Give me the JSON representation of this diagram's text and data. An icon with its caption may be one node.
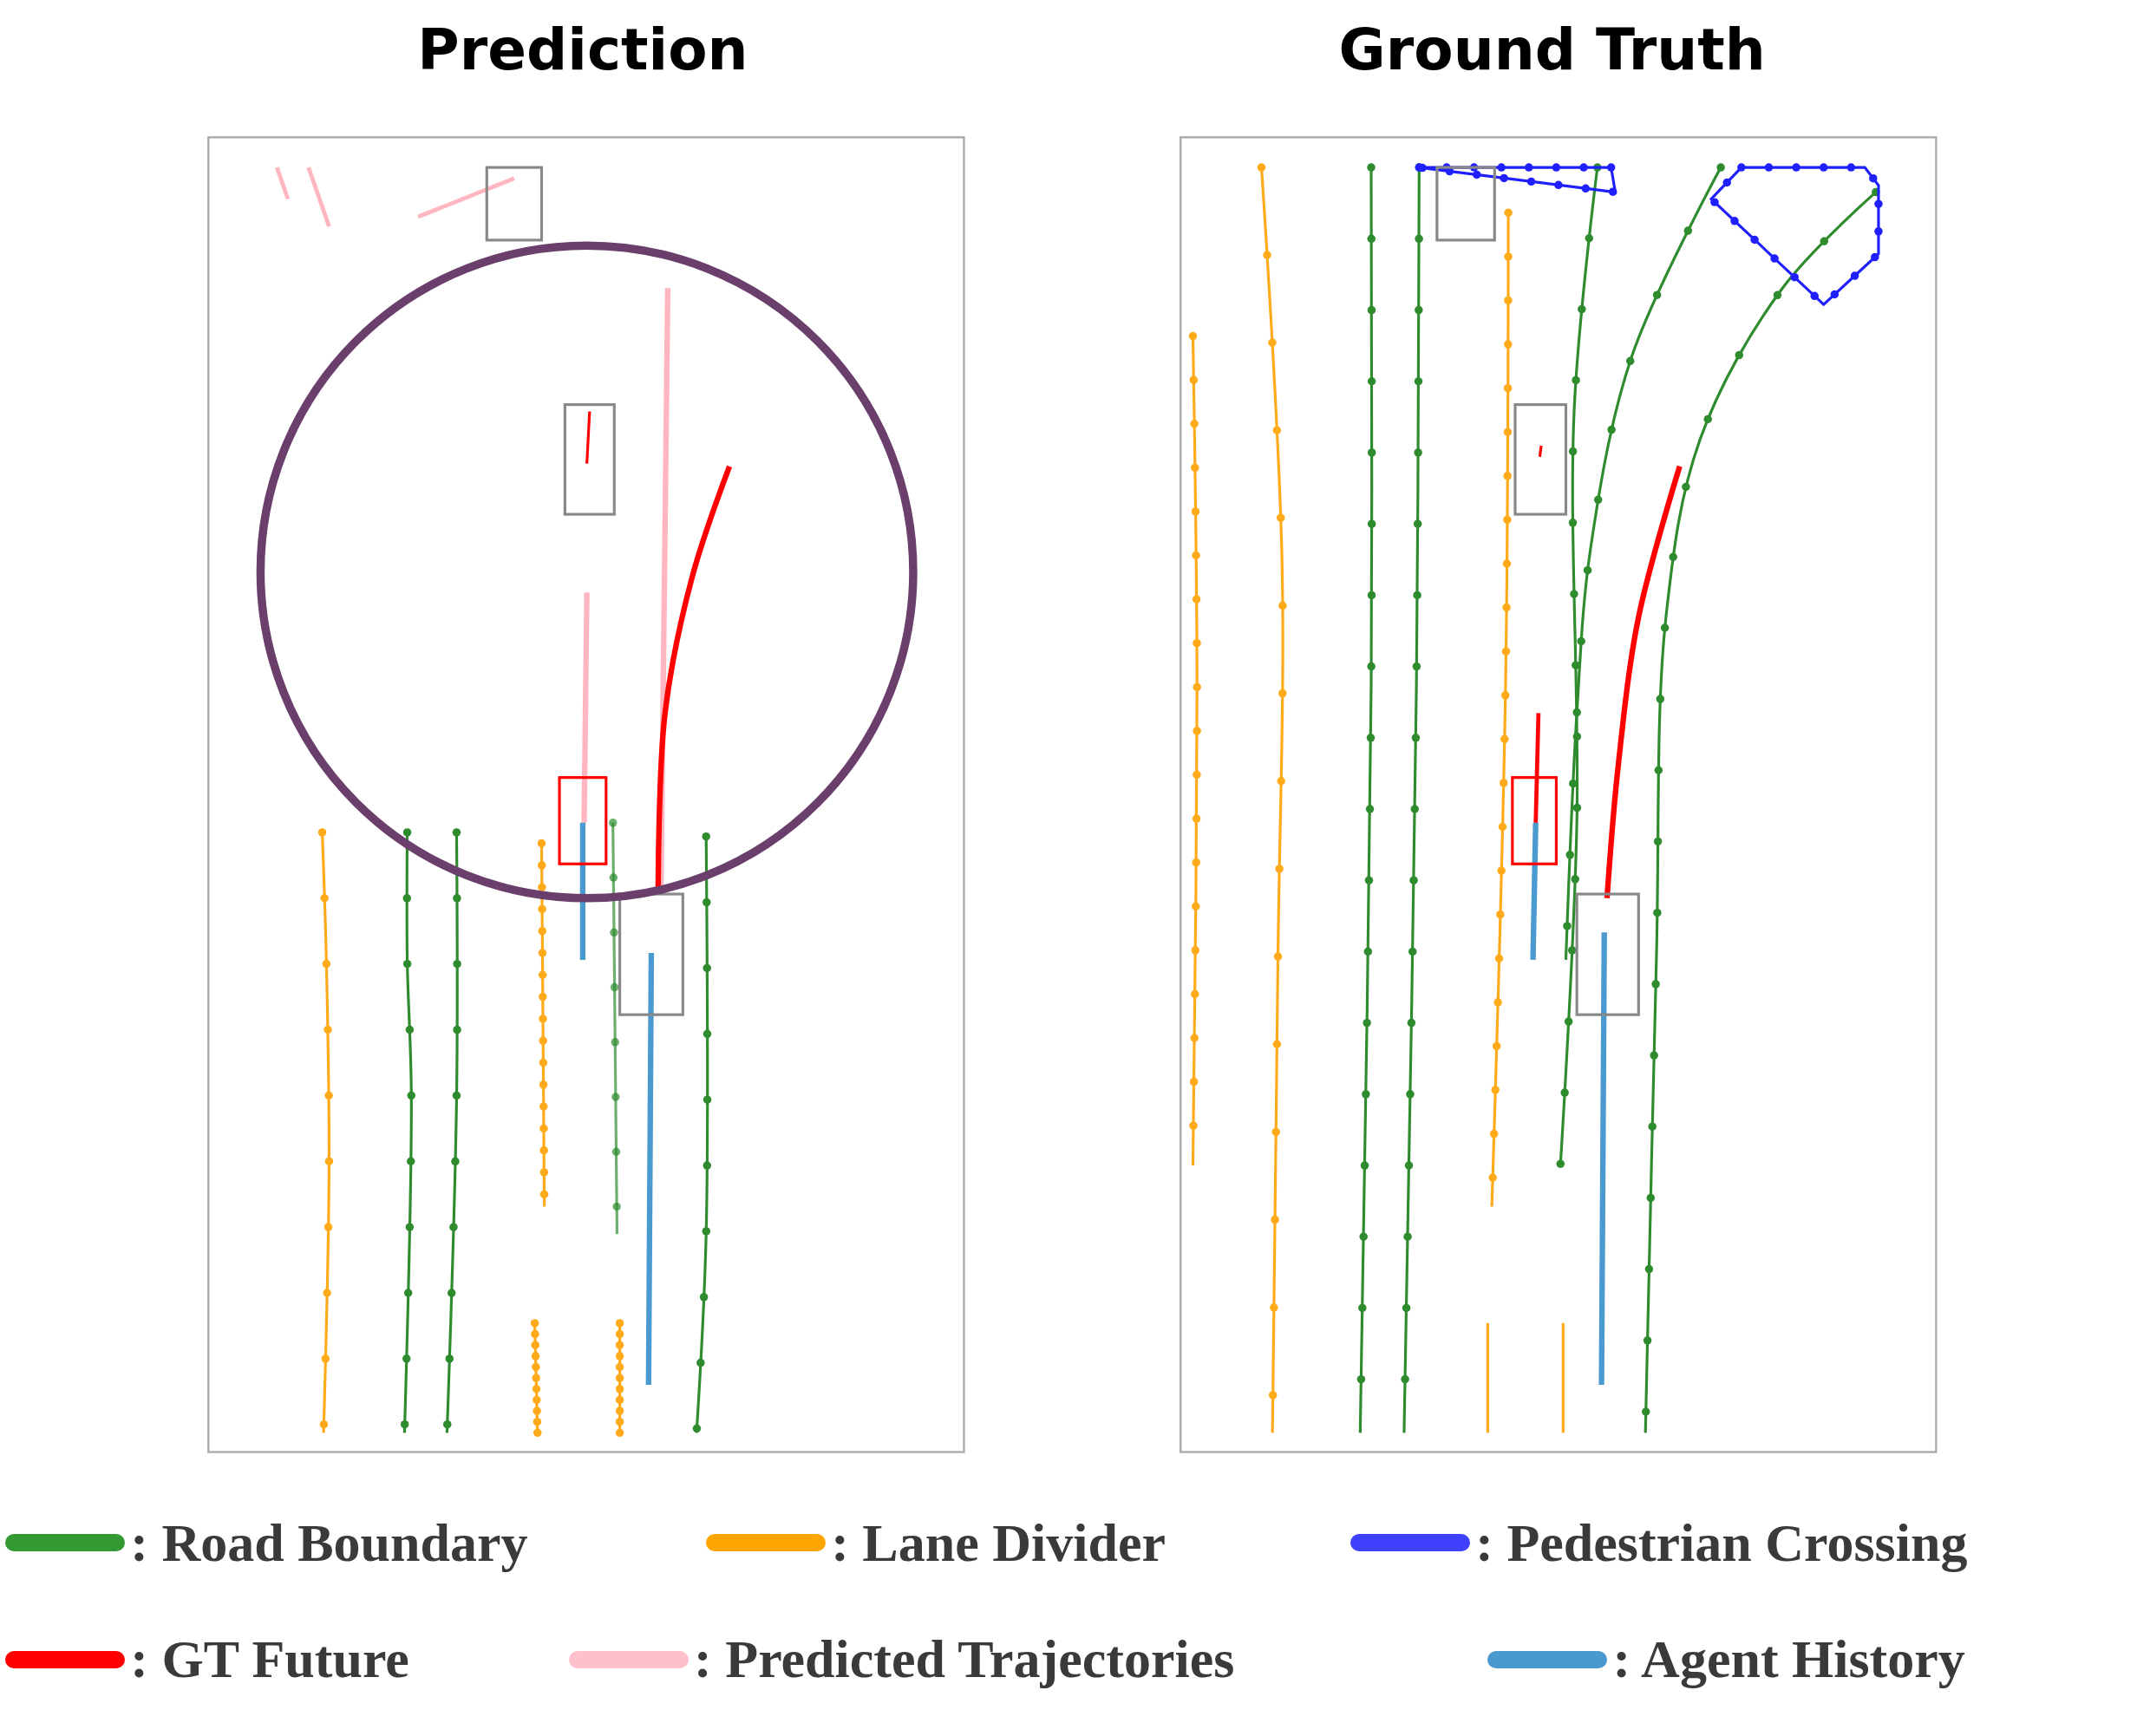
{
  "diagram": {
    "labels": [
      "Prediction",
      "Ground Truth"
    ],
    "legend": [
      {
        "text": ": Road Boundary",
        "color": "#339933"
      },
      {
        "text": ": Lane Divider",
        "color": "#ffa500"
      },
      {
        "text": ": Pedestrian Crossing",
        "color": "#4040ff"
      },
      {
        "text": ": GT Future",
        "color": "#ff0000"
      },
      {
        "text": ": Predicted Trajectories",
        "color": "#ffc0cb"
      },
      {
        "text": ": Agent History",
        "color": "#4a9ad0"
      }
    ]
  }
}
